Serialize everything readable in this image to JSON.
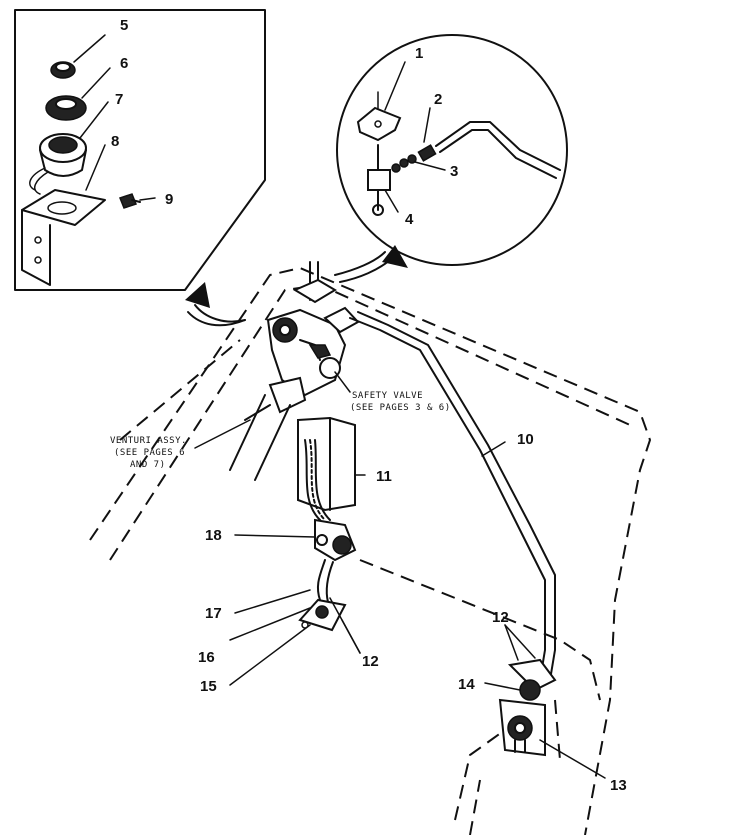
{
  "labels": {
    "p1": "1",
    "p2": "2",
    "p3": "3",
    "p4": "4",
    "p5": "5",
    "p6": "6",
    "p7": "7",
    "p8": "8",
    "p9": "9",
    "p10": "10",
    "p11": "11",
    "p12a": "12",
    "p12b": "12",
    "p13": "13",
    "p14": "14",
    "p15": "15",
    "p16": "16",
    "p17": "17",
    "p18": "18"
  },
  "notes": {
    "safety_valve_1": "SAFETY VALVE",
    "safety_valve_2": "(SEE PAGES 3 & 6)",
    "venturi_1": "VENTURI ASSY.",
    "venturi_2": "(SEE PAGES 6",
    "venturi_3": "AND 7)"
  }
}
